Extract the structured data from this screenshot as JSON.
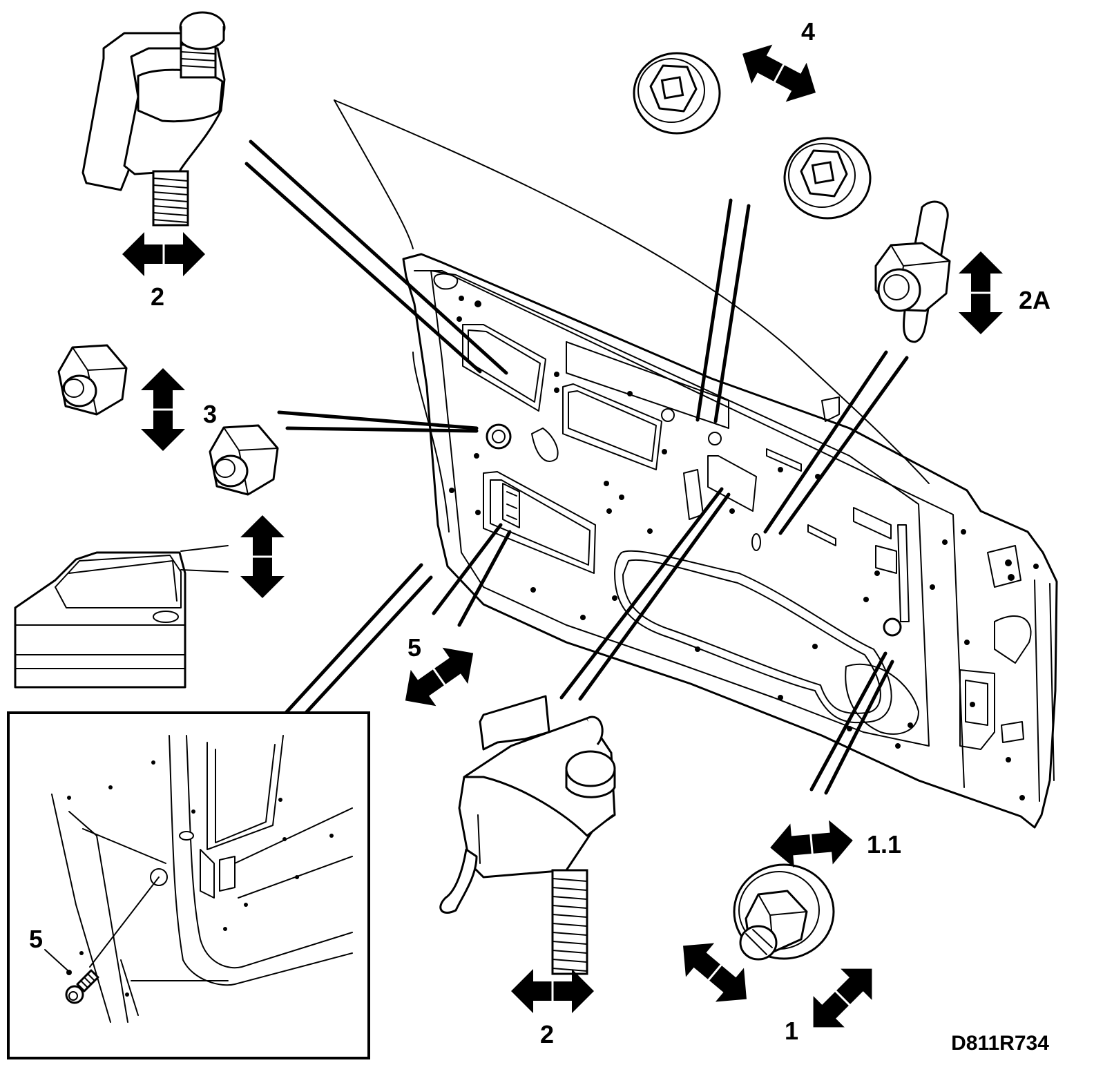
{
  "labels": {
    "callout_2_top": "2",
    "callout_3": "3",
    "callout_4": "4",
    "callout_2a": "2A",
    "callout_5_main": "5",
    "callout_1_1": "1.1",
    "callout_1": "1",
    "callout_2_bottom": "2",
    "callout_5_inset": "5",
    "drawing_code": "D811R734"
  },
  "icons": {
    "adjust_arrow": "double-headed-arrow-icon",
    "bolt": "bolt-icon",
    "nut": "hex-nut-icon",
    "striker_clamp": "clamp-tool-icon"
  },
  "colors": {
    "ink": "#000000",
    "paper": "#ffffff"
  }
}
